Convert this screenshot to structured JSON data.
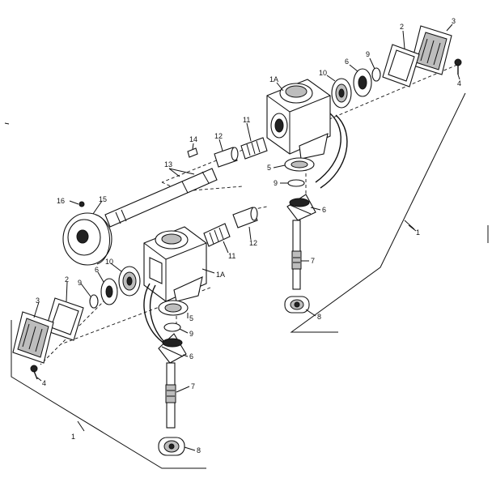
{
  "labels": {
    "cover_top": "3",
    "gasket_top": "2",
    "screw_top": "4",
    "ring_top": "9",
    "gear_top_small": "6",
    "bearing_top": "10",
    "housing_top": "1A",
    "shaft_part_11_top": "11",
    "shaft_part_12_top": "12",
    "key": "14",
    "shaft_13": "13",
    "pulley_screw": "16",
    "pulley": "15",
    "bearing_5_top": "5",
    "ring_9_right": "9",
    "gear_6_right": "6",
    "shaft_7_right": "7",
    "bearing_8_right": "8",
    "bracket_1_right": "1",
    "shaft_part_11_mid": "11",
    "shaft_part_12_mid": "12",
    "housing_bottom": "1A",
    "bearing_10_bottom": "10",
    "gear_6_left": "6",
    "ring_9_left": "9",
    "gasket_bottom": "2",
    "cover_bottom": "3",
    "screw_bottom": "4",
    "bearing_5_bottom": "5",
    "ring_9_bottom": "9",
    "gear_6_bottom": "6",
    "shaft_7_bottom": "7",
    "bearing_8_bottom": "8",
    "bracket_1_left": "1"
  }
}
